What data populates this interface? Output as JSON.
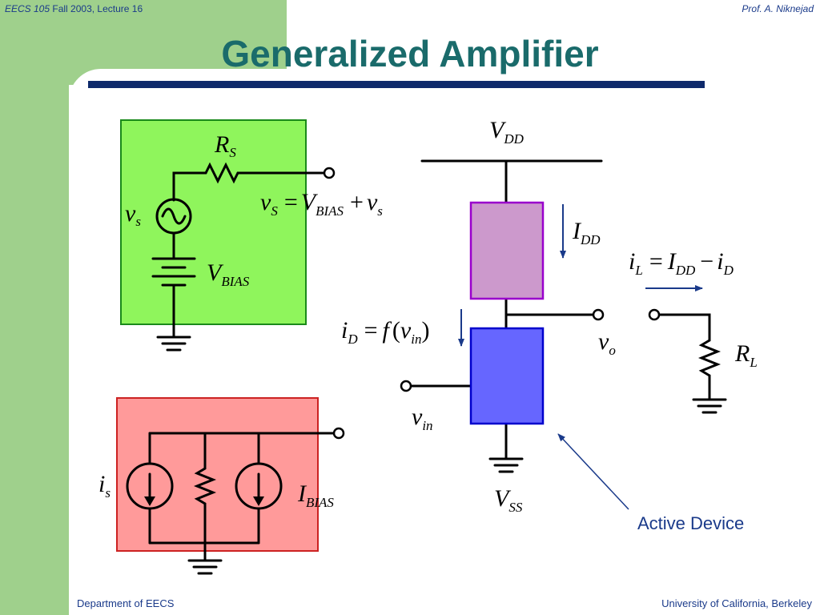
{
  "header": {
    "course": "EECS 105",
    "term": "Fall 2003, Lecture 16",
    "author": "Prof. A. Niknejad"
  },
  "title": "Generalized Amplifier",
  "footer": {
    "department": "Department of EECS",
    "university": "University of California, Berkeley"
  },
  "colors": {
    "voltage_source_box": "#8ff55c",
    "current_source_box": "#ff9a9a",
    "load_block": "#cc99cc",
    "active_device_block": "#6666ff",
    "title": "#1a6b6b",
    "rule": "#0e2a6b"
  },
  "labels": {
    "RS": {
      "main": "R",
      "sub": "S"
    },
    "vs_source": {
      "main": "v",
      "sub": "s"
    },
    "VBIAS": {
      "main": "V",
      "sub": "BIAS"
    },
    "vS_eq": {
      "lhs_main": "v",
      "lhs_sub": "S",
      "eq": "=",
      "t1_main": "V",
      "t1_sub": "BIAS",
      "plus": "+",
      "t2_main": "v",
      "t2_sub": "s"
    },
    "VDD": {
      "main": "V",
      "sub": "DD"
    },
    "IDD": {
      "main": "I",
      "sub": "DD"
    },
    "iL_eq": {
      "lhs_main": "i",
      "lhs_sub": "L",
      "eq": "=",
      "t1_main": "I",
      "t1_sub": "DD",
      "minus": "−",
      "t2_main": "i",
      "t2_sub": "D"
    },
    "iD_eq": {
      "lhs_main": "i",
      "lhs_sub": "D",
      "eq": "=",
      "f": "f",
      "lp": "(",
      "arg_main": "v",
      "arg_sub": "in",
      "rp": ")"
    },
    "vo": {
      "main": "v",
      "sub": "o"
    },
    "RL": {
      "main": "R",
      "sub": "L"
    },
    "vin": {
      "main": "v",
      "sub": "in"
    },
    "VSS": {
      "main": "V",
      "sub": "SS"
    },
    "is": {
      "main": "i",
      "sub": "s"
    },
    "IBIAS": {
      "main": "I",
      "sub": "BIAS"
    }
  },
  "callout": {
    "text": "Active Device"
  }
}
